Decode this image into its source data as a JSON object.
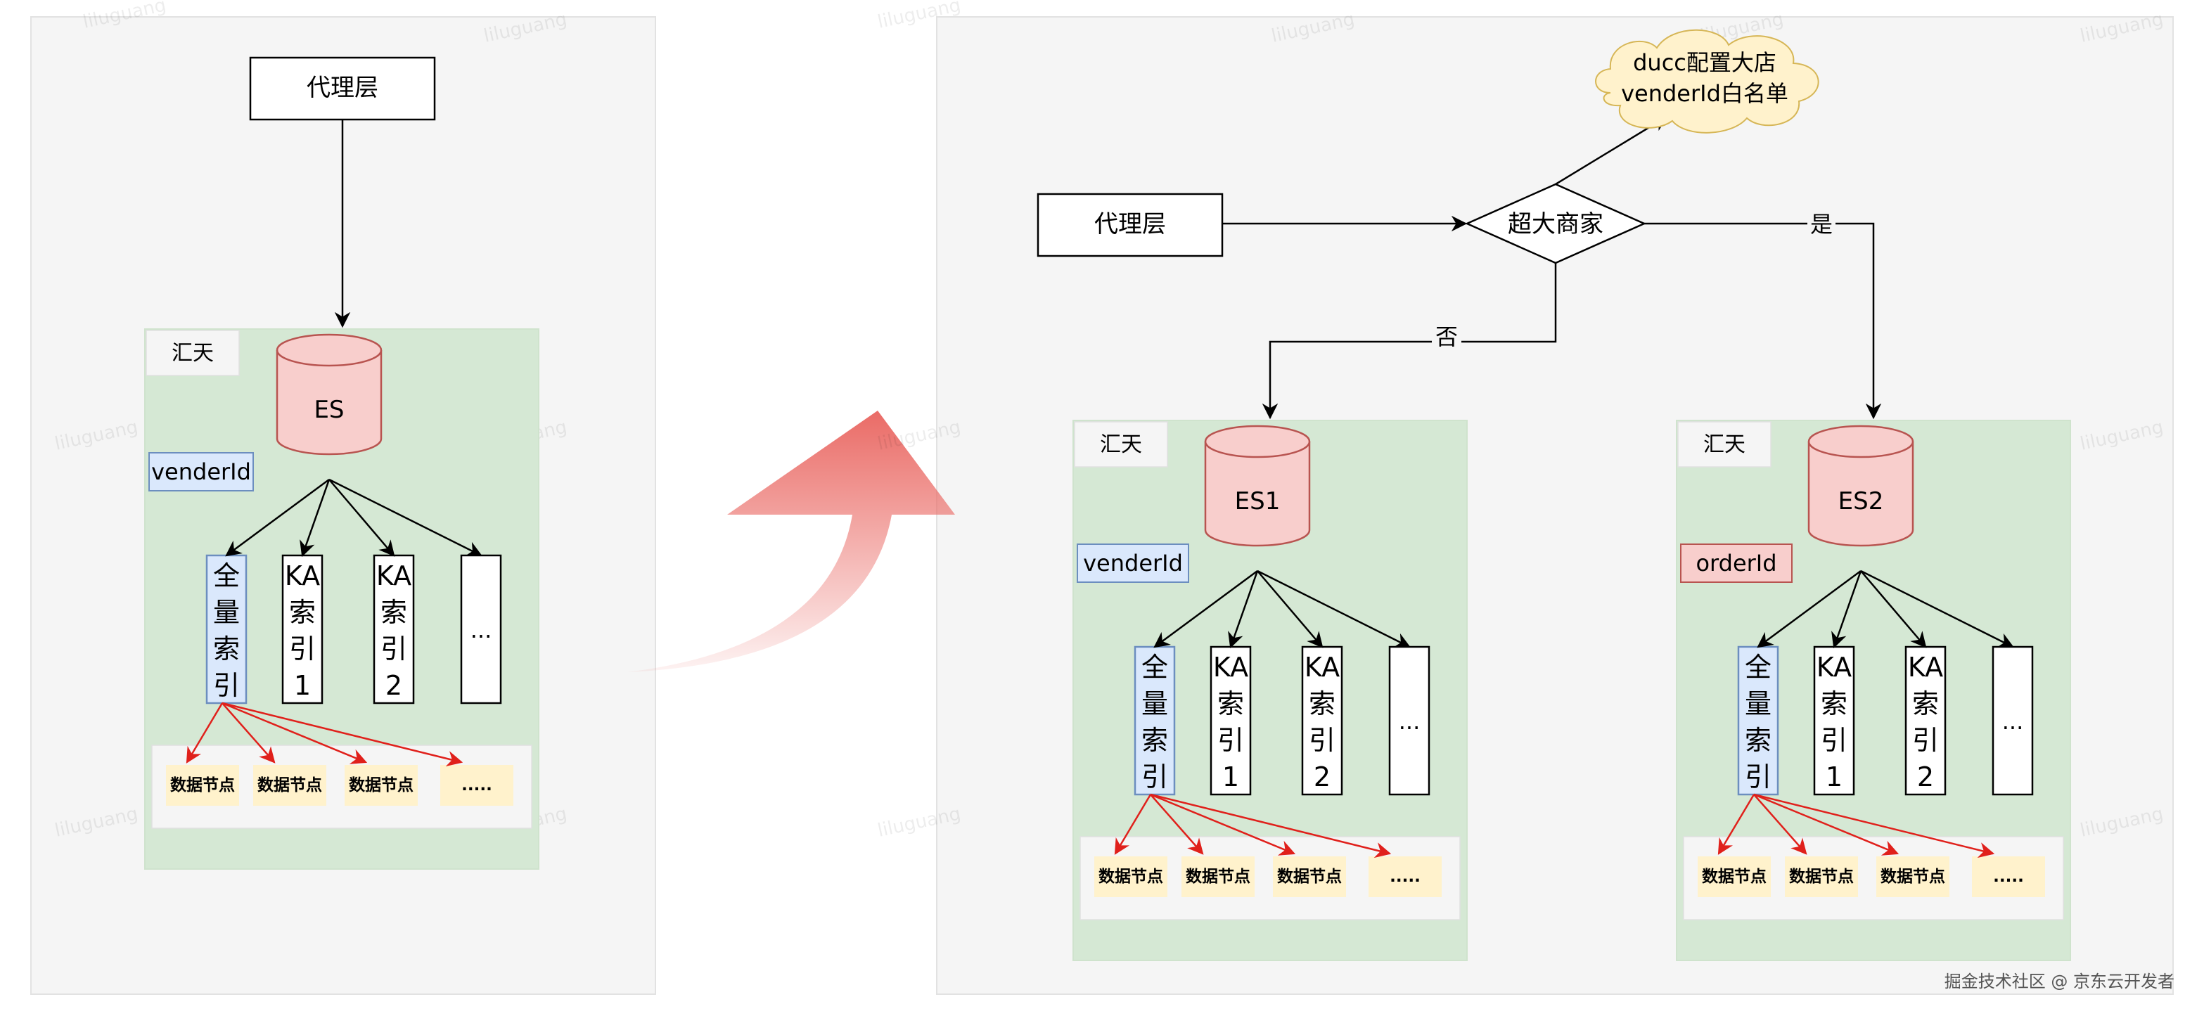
{
  "left": {
    "proxy": "代理层",
    "cluster": {
      "label": "汇天",
      "es": "ES",
      "route_key": "venderId",
      "indexes": [
        [
          "全",
          "量",
          "索",
          "引"
        ],
        [
          "KA",
          "索",
          "引",
          "1"
        ],
        [
          "KA",
          "索",
          "引",
          "2"
        ],
        [
          "..."
        ]
      ],
      "nodes": [
        "数据节点",
        "数据节点",
        "数据节点",
        "....."
      ]
    }
  },
  "right": {
    "proxy": "代理层",
    "decision": "超大商家",
    "cloud": [
      "ducc配置大店",
      "venderId白名单"
    ],
    "yes": "是",
    "no": "否",
    "clusters": [
      {
        "label": "汇天",
        "es": "ES1",
        "route_key": "venderId",
        "indexes": [
          [
            "全",
            "量",
            "索",
            "引"
          ],
          [
            "KA",
            "索",
            "引",
            "1"
          ],
          [
            "KA",
            "索",
            "引",
            "2"
          ],
          [
            "..."
          ]
        ],
        "nodes": [
          "数据节点",
          "数据节点",
          "数据节点",
          "....."
        ]
      },
      {
        "label": "汇天",
        "es": "ES2",
        "route_key": "orderId",
        "indexes": [
          [
            "全",
            "量",
            "索",
            "引"
          ],
          [
            "KA",
            "索",
            "引",
            "1"
          ],
          [
            "KA",
            "索",
            "引",
            "2"
          ],
          [
            "..."
          ]
        ],
        "nodes": [
          "数据节点",
          "数据节点",
          "数据节点",
          "....."
        ]
      }
    ]
  },
  "watermark": "liluguang",
  "footer": "掘金技术社区 @ 京东云开发者",
  "colors": {
    "panel_bg": "#f5f5f5",
    "cluster_bg": "#d5e8d4",
    "db_fill": "#f8cecc",
    "db_stroke": "#b85450",
    "key_blue_fill": "#dae8fc",
    "key_blue_stroke": "#6c8ebf",
    "key_red_fill": "#f8cecc",
    "key_red_stroke": "#b85450",
    "node_fill": "#fff2cc",
    "red_arrow": "#e0201b"
  }
}
